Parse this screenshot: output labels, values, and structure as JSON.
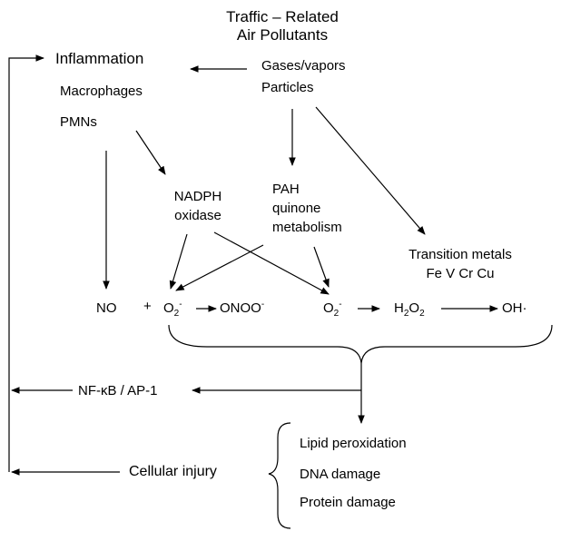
{
  "source": {
    "title_line1": "Traffic – Related",
    "title_line2": "Air Pollutants",
    "gases": "Gases/vapors",
    "particles": "Particles"
  },
  "inflammation": {
    "label": "Inflammation",
    "macrophages": "Macrophages",
    "pmns": "PMNs"
  },
  "nadph": {
    "line1": "NADPH",
    "line2": "oxidase"
  },
  "pah": {
    "line1": "PAH",
    "line2": "quinone",
    "line3": "metabolism"
  },
  "metals": {
    "line1": "Transition metals",
    "line2": "Fe V Cr Cu"
  },
  "species": {
    "no": "NO",
    "plus": "+",
    "o2": "O",
    "o2_sub": "2",
    "o2_sup": "-",
    "onoo": "ONOO",
    "onoo_sup": "-",
    "h2o2_h": "H",
    "h2o2_sub1": "2",
    "h2o2_o": "O",
    "h2o2_sub2": "2",
    "oh": "OH",
    "oh_dot": "·"
  },
  "signaling": "NF-κB / AP-1",
  "injury": {
    "label": "Cellular injury",
    "items": [
      "Lipid peroxidation",
      "DNA damage",
      "Protein damage"
    ]
  },
  "colors": {
    "ink": "#000000",
    "background": "#ffffff"
  }
}
